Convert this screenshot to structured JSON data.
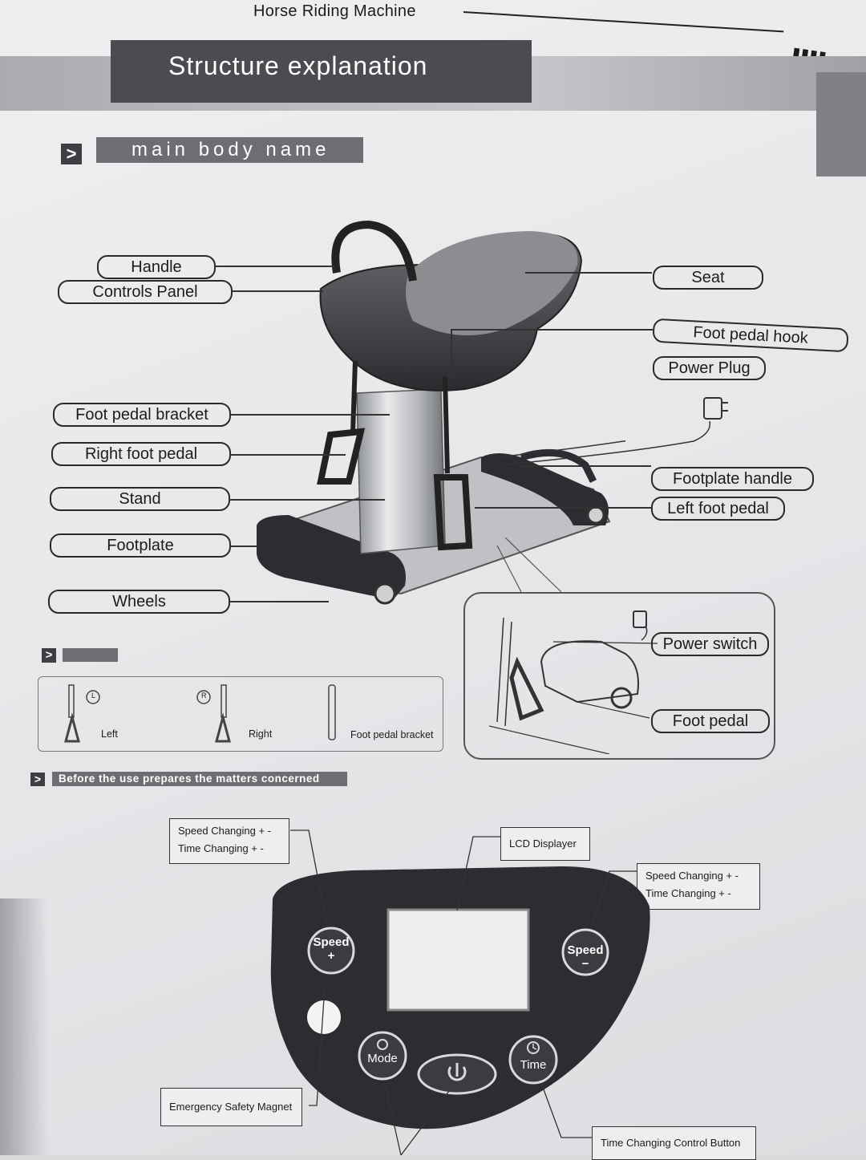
{
  "header": {
    "running_title": "Horse Riding Machine",
    "page_marks": "▮▮▮▮",
    "banner_title": "Structure explanation"
  },
  "sections": {
    "main_body_name": "main body name",
    "pedal_section": "",
    "before_use": "Before the use prepares the matters concerned",
    "arrow_glyph": ">"
  },
  "labels": {
    "handle": "Handle",
    "controls_panel": "Controls Panel",
    "foot_pedal_bracket": "Foot pedal bracket",
    "right_foot_pedal": "Right foot pedal",
    "stand": "Stand",
    "footplate": "Footplate",
    "wheels": "Wheels",
    "seat": "Seat",
    "foot_pedal_hook": "Foot pedal hook",
    "power_plug": "Power Plug",
    "footplate_handle": "Footplate  handle",
    "left_foot_pedal": "Left foot pedal",
    "power_switch": "Power switch",
    "foot_pedal": "Foot pedal"
  },
  "pedal_parts": {
    "left": "Left",
    "right": "Right",
    "bracket": "Foot pedal bracket",
    "left_tag": "L",
    "right_tag": "R"
  },
  "panel": {
    "speed_plus_line1": "Speed Changing + -",
    "speed_plus_line2": "Time Changing + -",
    "lcd": "LCD Displayer",
    "speed_minus_line1": "Speed Changing + -",
    "speed_minus_line2": "Time Changing + -",
    "emergency": "Emergency Safety Magnet",
    "time_button": "Time Changing Control Button",
    "btn_speed_plus": "Speed",
    "btn_speed_plus_sign": "+",
    "btn_speed_minus": "Speed",
    "btn_speed_minus_sign": "−",
    "btn_mode": "Mode",
    "btn_time": "Time"
  },
  "colors": {
    "banner_dark": "#4a4c50",
    "section_bar": "#6c6e72",
    "panel_body": "#2b2d30"
  }
}
